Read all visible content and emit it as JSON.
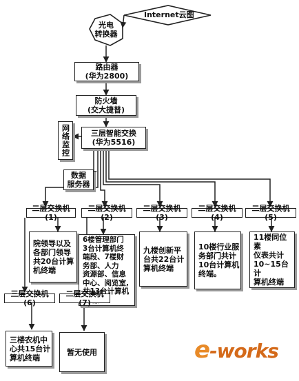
{
  "nodes": {
    "internet": "Internet云图",
    "converter": "光电\n转换器",
    "router": "路由器\n(华为2800)",
    "firewall": "防火墙\n(交大捷普)",
    "core_switch": "三层智能交换\n(华为5516)",
    "monitor": "网络监控",
    "data_server": "数据\n服务器",
    "sw1": "二层交换机(1)",
    "sw2": "二层交换机(2)",
    "sw3": "二层交换机(3)",
    "sw4": "二层交换机(4)",
    "sw5": "二层交换机(5)",
    "sw6": "三层交换机(6)",
    "sw7": "二层交换机(7)",
    "desc1": "院领导以及\n各部门领导\n共20台计算\n机终端",
    "desc2": "6楼管理部门\n3台计算机终\n端段、7楼财\n务部、人力\n资源部、信息\n中心、阅览室,\n共13台计算机\n终端。",
    "desc3": "九楼创新平\n台共22台计\n算机终端",
    "desc4": "10楼行业服\n务部门共计\n10台计算机\n终端。",
    "desc5": "11楼同位素\n仪表共计\n10~15台计\n算机终端",
    "desc6": "三楼农机中\n心共15台计\n算机终端",
    "desc7": "暂无使用"
  },
  "logo": {
    "mark": "e",
    "text": "-works"
  },
  "colors": {
    "line": "#222222",
    "shadow": "#9a9a9a",
    "logo": "#d46a1a"
  }
}
